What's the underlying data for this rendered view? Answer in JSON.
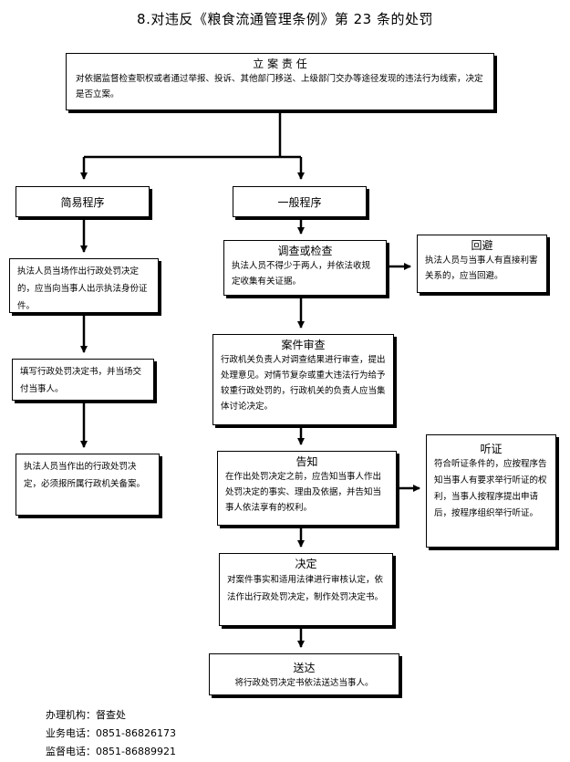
{
  "title": "8.对违反《粮食流通管理条例》第 23 条的处罚",
  "boxes": {
    "filing": {
      "head": "立 案 责 任",
      "body": "对依据监督检查职权或者通过举报、投诉、其他部门移送、上级部门交办等途径发现的违法行为线索，决定是否立案。"
    },
    "simple": {
      "head": "简易程序"
    },
    "general": {
      "head": "一般程序"
    },
    "on_site": {
      "body": "执法人员当场作出行政处罚决定的，应当向当事人出示执法身份证件。"
    },
    "fill_form": {
      "body": "填写行政处罚决定书，并当场交付当事人。"
    },
    "record": {
      "body": "执法人员当作出的行政处罚决定，必须报所属行政机关备案。"
    },
    "investigate": {
      "head": "调查或检查",
      "body": "执法人员不得少于两人，并依法收规定收集有关证据。"
    },
    "recuse": {
      "head": "回避",
      "body": "执法人员与当事人有直接利害关系的，应当回避。"
    },
    "review": {
      "head": "案件审查",
      "body": "行政机关负责人对调查结果进行审查，提出处理意见。对情节复杂或重大违法行为给予较重行政处罚的，行政机关的负责人应当集体讨论决定。"
    },
    "notify": {
      "head": "告知",
      "body": "在作出处罚决定之前，应告知当事人作出处罚决定的事实、理由及依据，并告知当事人依法享有的权利。"
    },
    "hearing": {
      "head": "听证",
      "body": "符合听证条件的，应按程序告知当事人有要求举行听证的权利，当事人按程序提出申请后，按程序组织举行听证。"
    },
    "decide": {
      "head": "决定",
      "body": "对案件事实和适用法律进行审核认定，依法作出行政处罚决定，制作处罚决定书。"
    },
    "deliver": {
      "head": "送达",
      "body": "将行政处罚决定书依法送达当事人。"
    }
  },
  "footer": {
    "agency": "办理机构：督查处",
    "business_phone": "业务电话：0851-86826173",
    "supervise_phone": "监督电话：0851-86889921"
  }
}
